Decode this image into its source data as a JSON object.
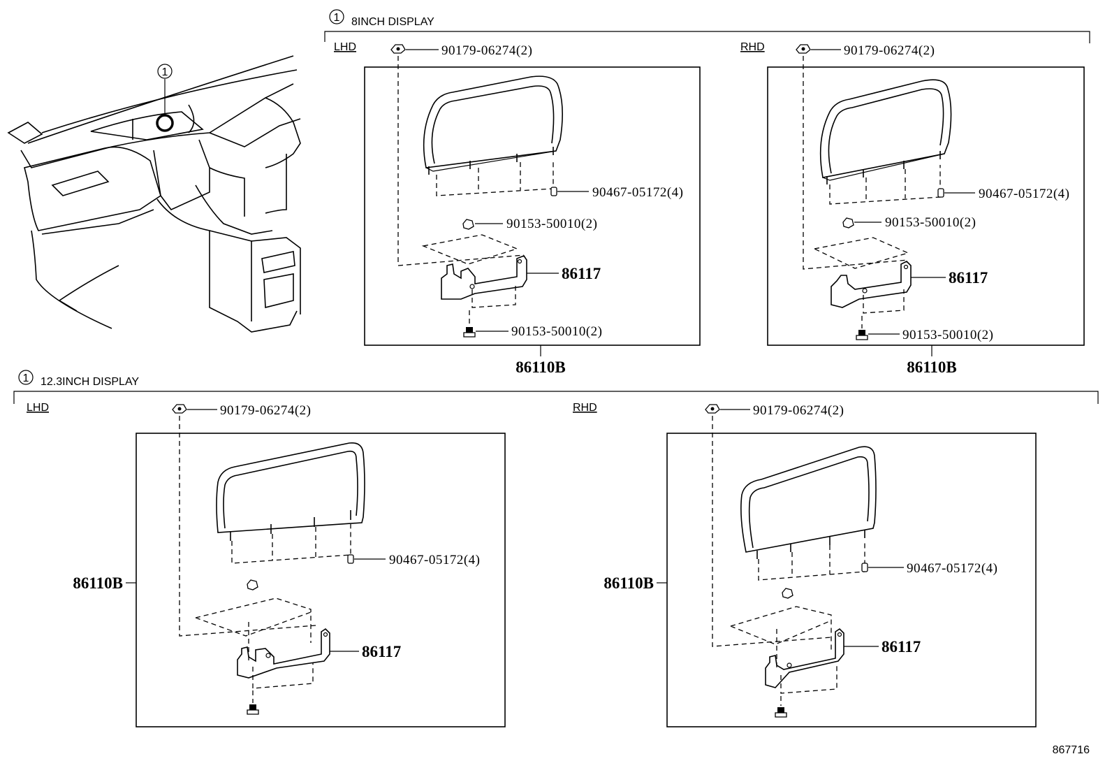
{
  "sections": {
    "eight_inch": {
      "ref": "1",
      "title": "8INCH DISPLAY",
      "lhd": {
        "side": "LHD",
        "nut": "90179-06274(2)",
        "clip": "90467-05172(4)",
        "screw_top": "90153-50010(2)",
        "bracket": "86117",
        "screw_bottom": "90153-50010(2)",
        "assembly": "86110B"
      },
      "rhd": {
        "side": "RHD",
        "nut": "90179-06274(2)",
        "clip": "90467-05172(4)",
        "screw_top": "90153-50010(2)",
        "bracket": "86117",
        "screw_bottom": "90153-50010(2)",
        "assembly": "86110B"
      }
    },
    "twelve_inch": {
      "ref": "1",
      "title": "12.3INCH DISPLAY",
      "lhd": {
        "side": "LHD",
        "nut": "90179-06274(2)",
        "clip": "90467-05172(4)",
        "bracket": "86117",
        "assembly": "86110B"
      },
      "rhd": {
        "side": "RHD",
        "nut": "90179-06274(2)",
        "clip": "90467-05172(4)",
        "bracket": "86117",
        "assembly": "86110B"
      }
    }
  },
  "dashboard": {
    "ref": "1"
  },
  "diagram_number": "867716"
}
